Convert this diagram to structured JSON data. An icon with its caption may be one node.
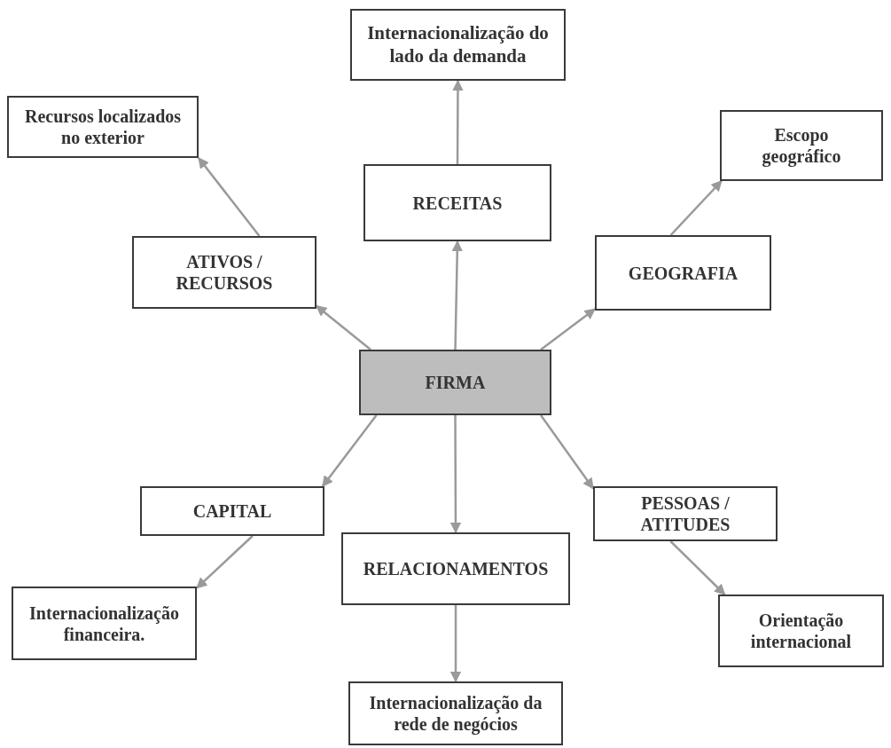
{
  "diagram": {
    "nodes": [
      {
        "text": [
          "Internacionalização do lado da demanda"
        ]
      },
      {
        "text": [
          "Recursos localizados no exterior"
        ]
      },
      {
        "text": [
          "RECEITAS"
        ]
      },
      {
        "text": [
          "Escopo geográfico"
        ]
      },
      {
        "text": [
          "ATIVOS / RECURSOS"
        ]
      },
      {
        "text": [
          "GEOGRAFIA"
        ]
      },
      {
        "text": [
          "FIRMA"
        ]
      },
      {
        "text": [
          "CAPITAL"
        ]
      },
      {
        "text": [
          "PESSOAS / ATITUDES"
        ]
      },
      {
        "text": [
          "RELACIONAMENTOS"
        ]
      },
      {
        "text": [
          "Internacionalização financeira."
        ]
      },
      {
        "text": [
          "Orientação internacional"
        ]
      },
      {
        "text": [
          "Internacionalização da rede de negócios"
        ]
      }
    ],
    "edges": [
      {
        "from": 6,
        "to": 2,
        "arrow": "to"
      },
      {
        "from": 2,
        "to": 0,
        "arrow": "to"
      },
      {
        "from": 6,
        "to": 4,
        "arrow": "to"
      },
      {
        "from": 4,
        "to": 1,
        "arrow": "to"
      },
      {
        "from": 6,
        "to": 5,
        "arrow": "to"
      },
      {
        "from": 5,
        "to": 3,
        "arrow": "to"
      },
      {
        "from": 6,
        "to": 7,
        "arrow": "to"
      },
      {
        "from": 7,
        "to": 10,
        "arrow": "to"
      },
      {
        "from": 6,
        "to": 9,
        "arrow": "to"
      },
      {
        "from": 9,
        "to": 12,
        "arrow": "to"
      },
      {
        "from": 6,
        "to": 8,
        "arrow": "to"
      },
      {
        "from": 8,
        "to": 11,
        "arrow": "to"
      }
    ]
  }
}
